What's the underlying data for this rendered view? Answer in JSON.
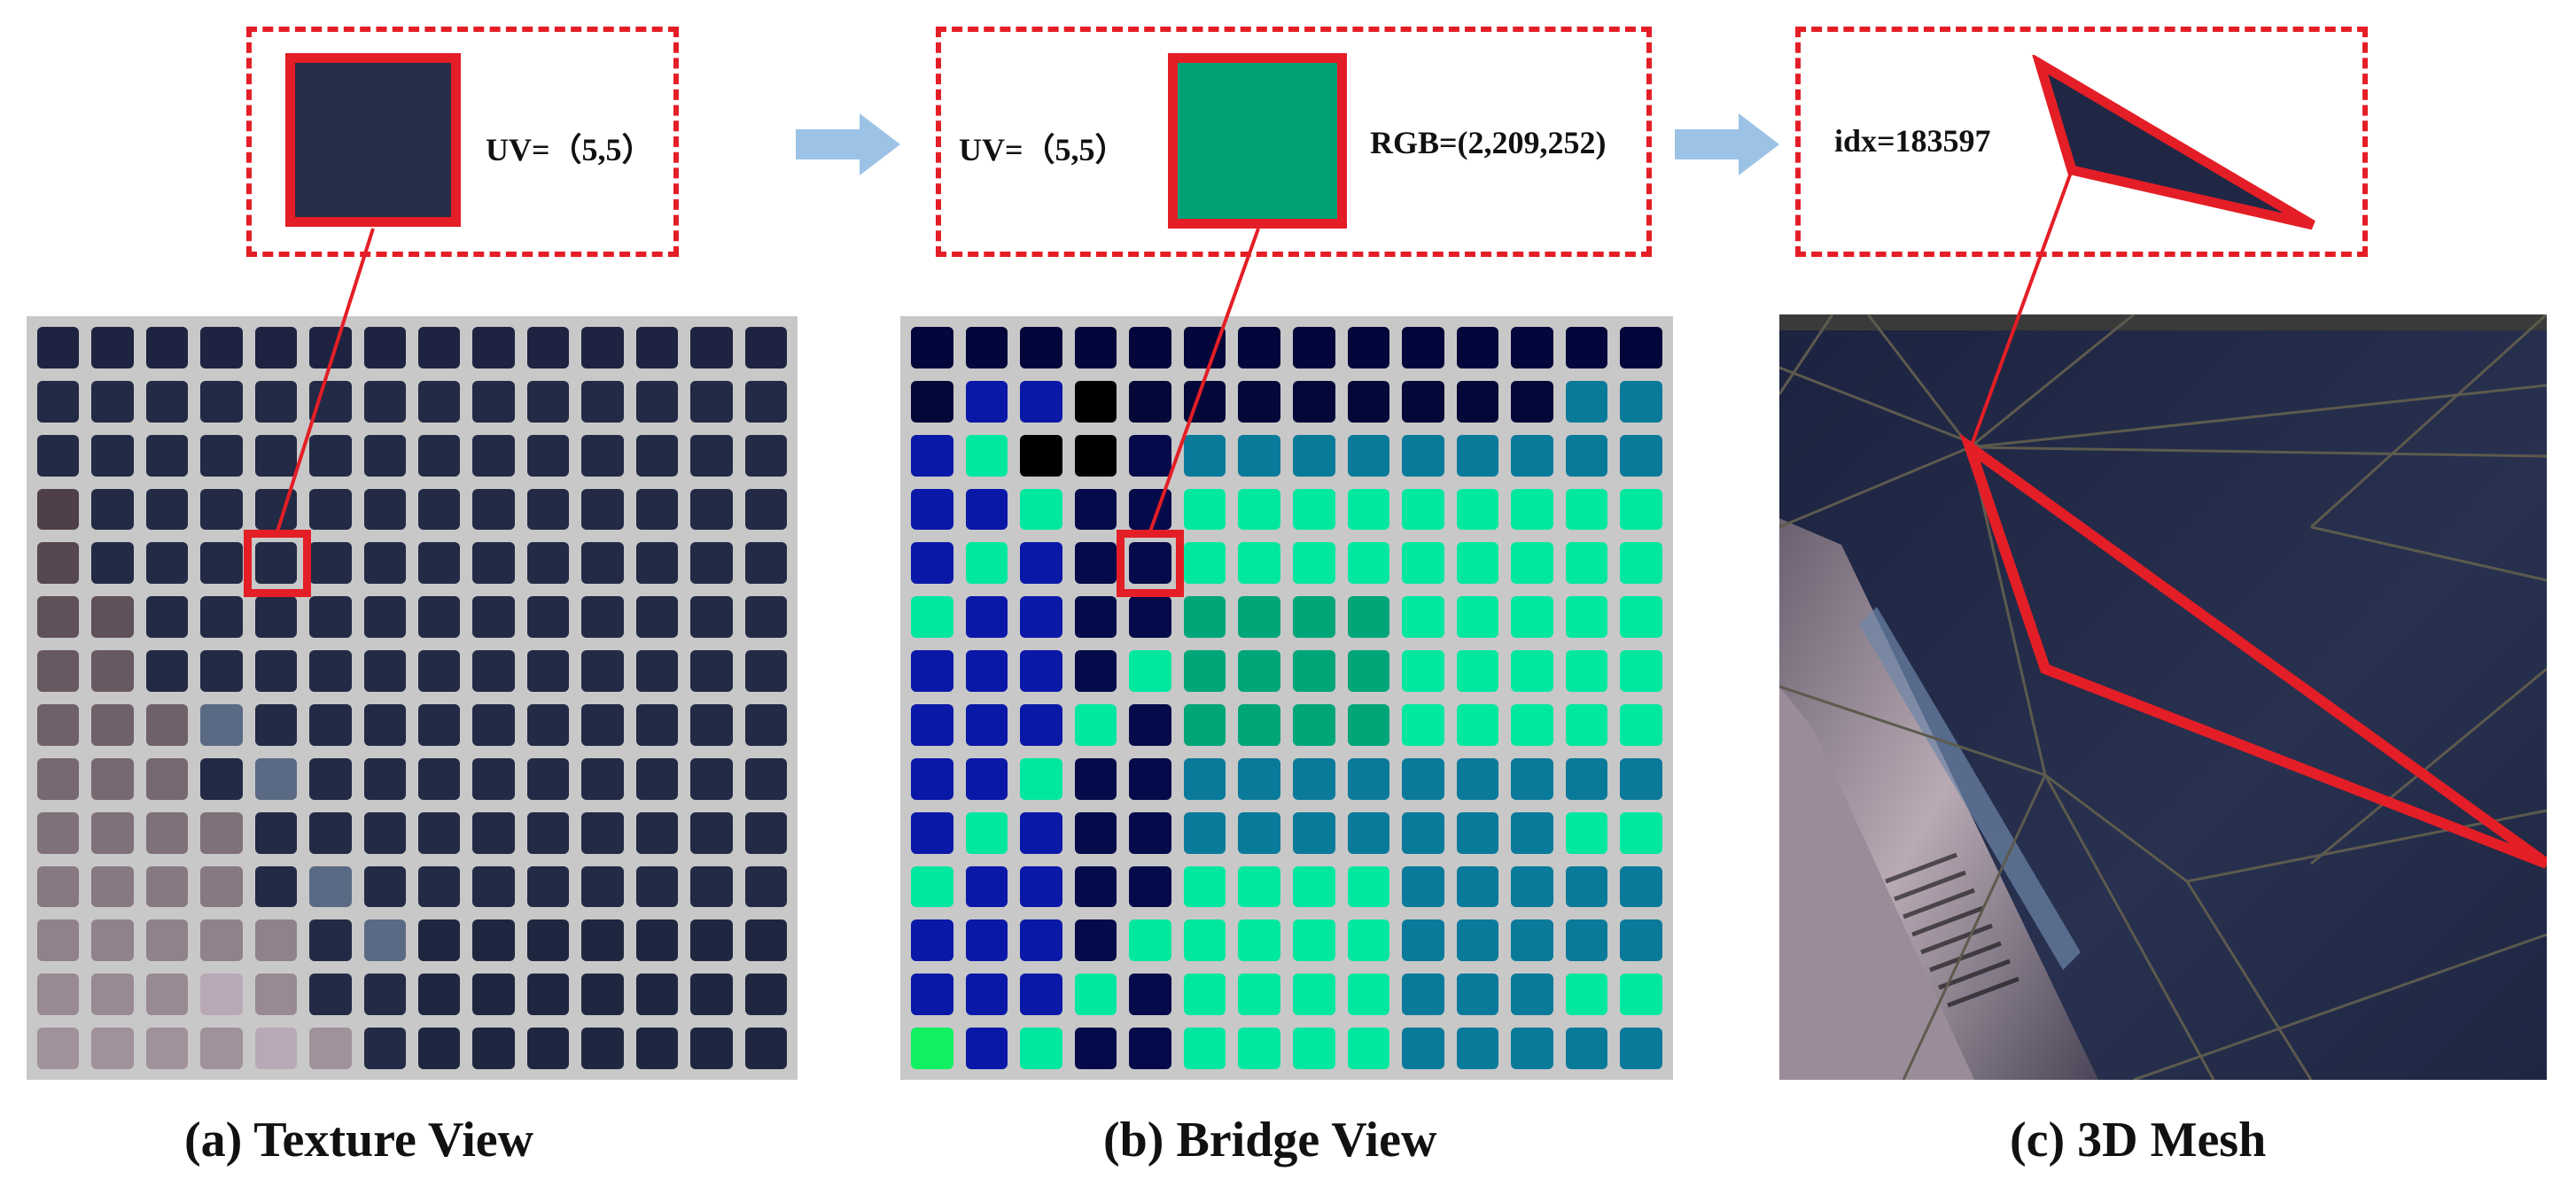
{
  "panels": {
    "texture": {
      "caption": "(a) Texture View",
      "callout_label": "UV=（5,5）",
      "swatch_color": "#262d47"
    },
    "bridge": {
      "caption": "(b) Bridge View",
      "uv_label": "UV=（5,5）",
      "rgb_label": "RGB=(2,209,252)",
      "swatch_color": "#01a176"
    },
    "mesh": {
      "caption": "(c) 3D Mesh",
      "idx_label": "idx=183597",
      "triangle_color": "#1f2745"
    }
  },
  "colors": {
    "highlight_red": "#e41e26",
    "arrow_blue": "#9cc3e6"
  }
}
